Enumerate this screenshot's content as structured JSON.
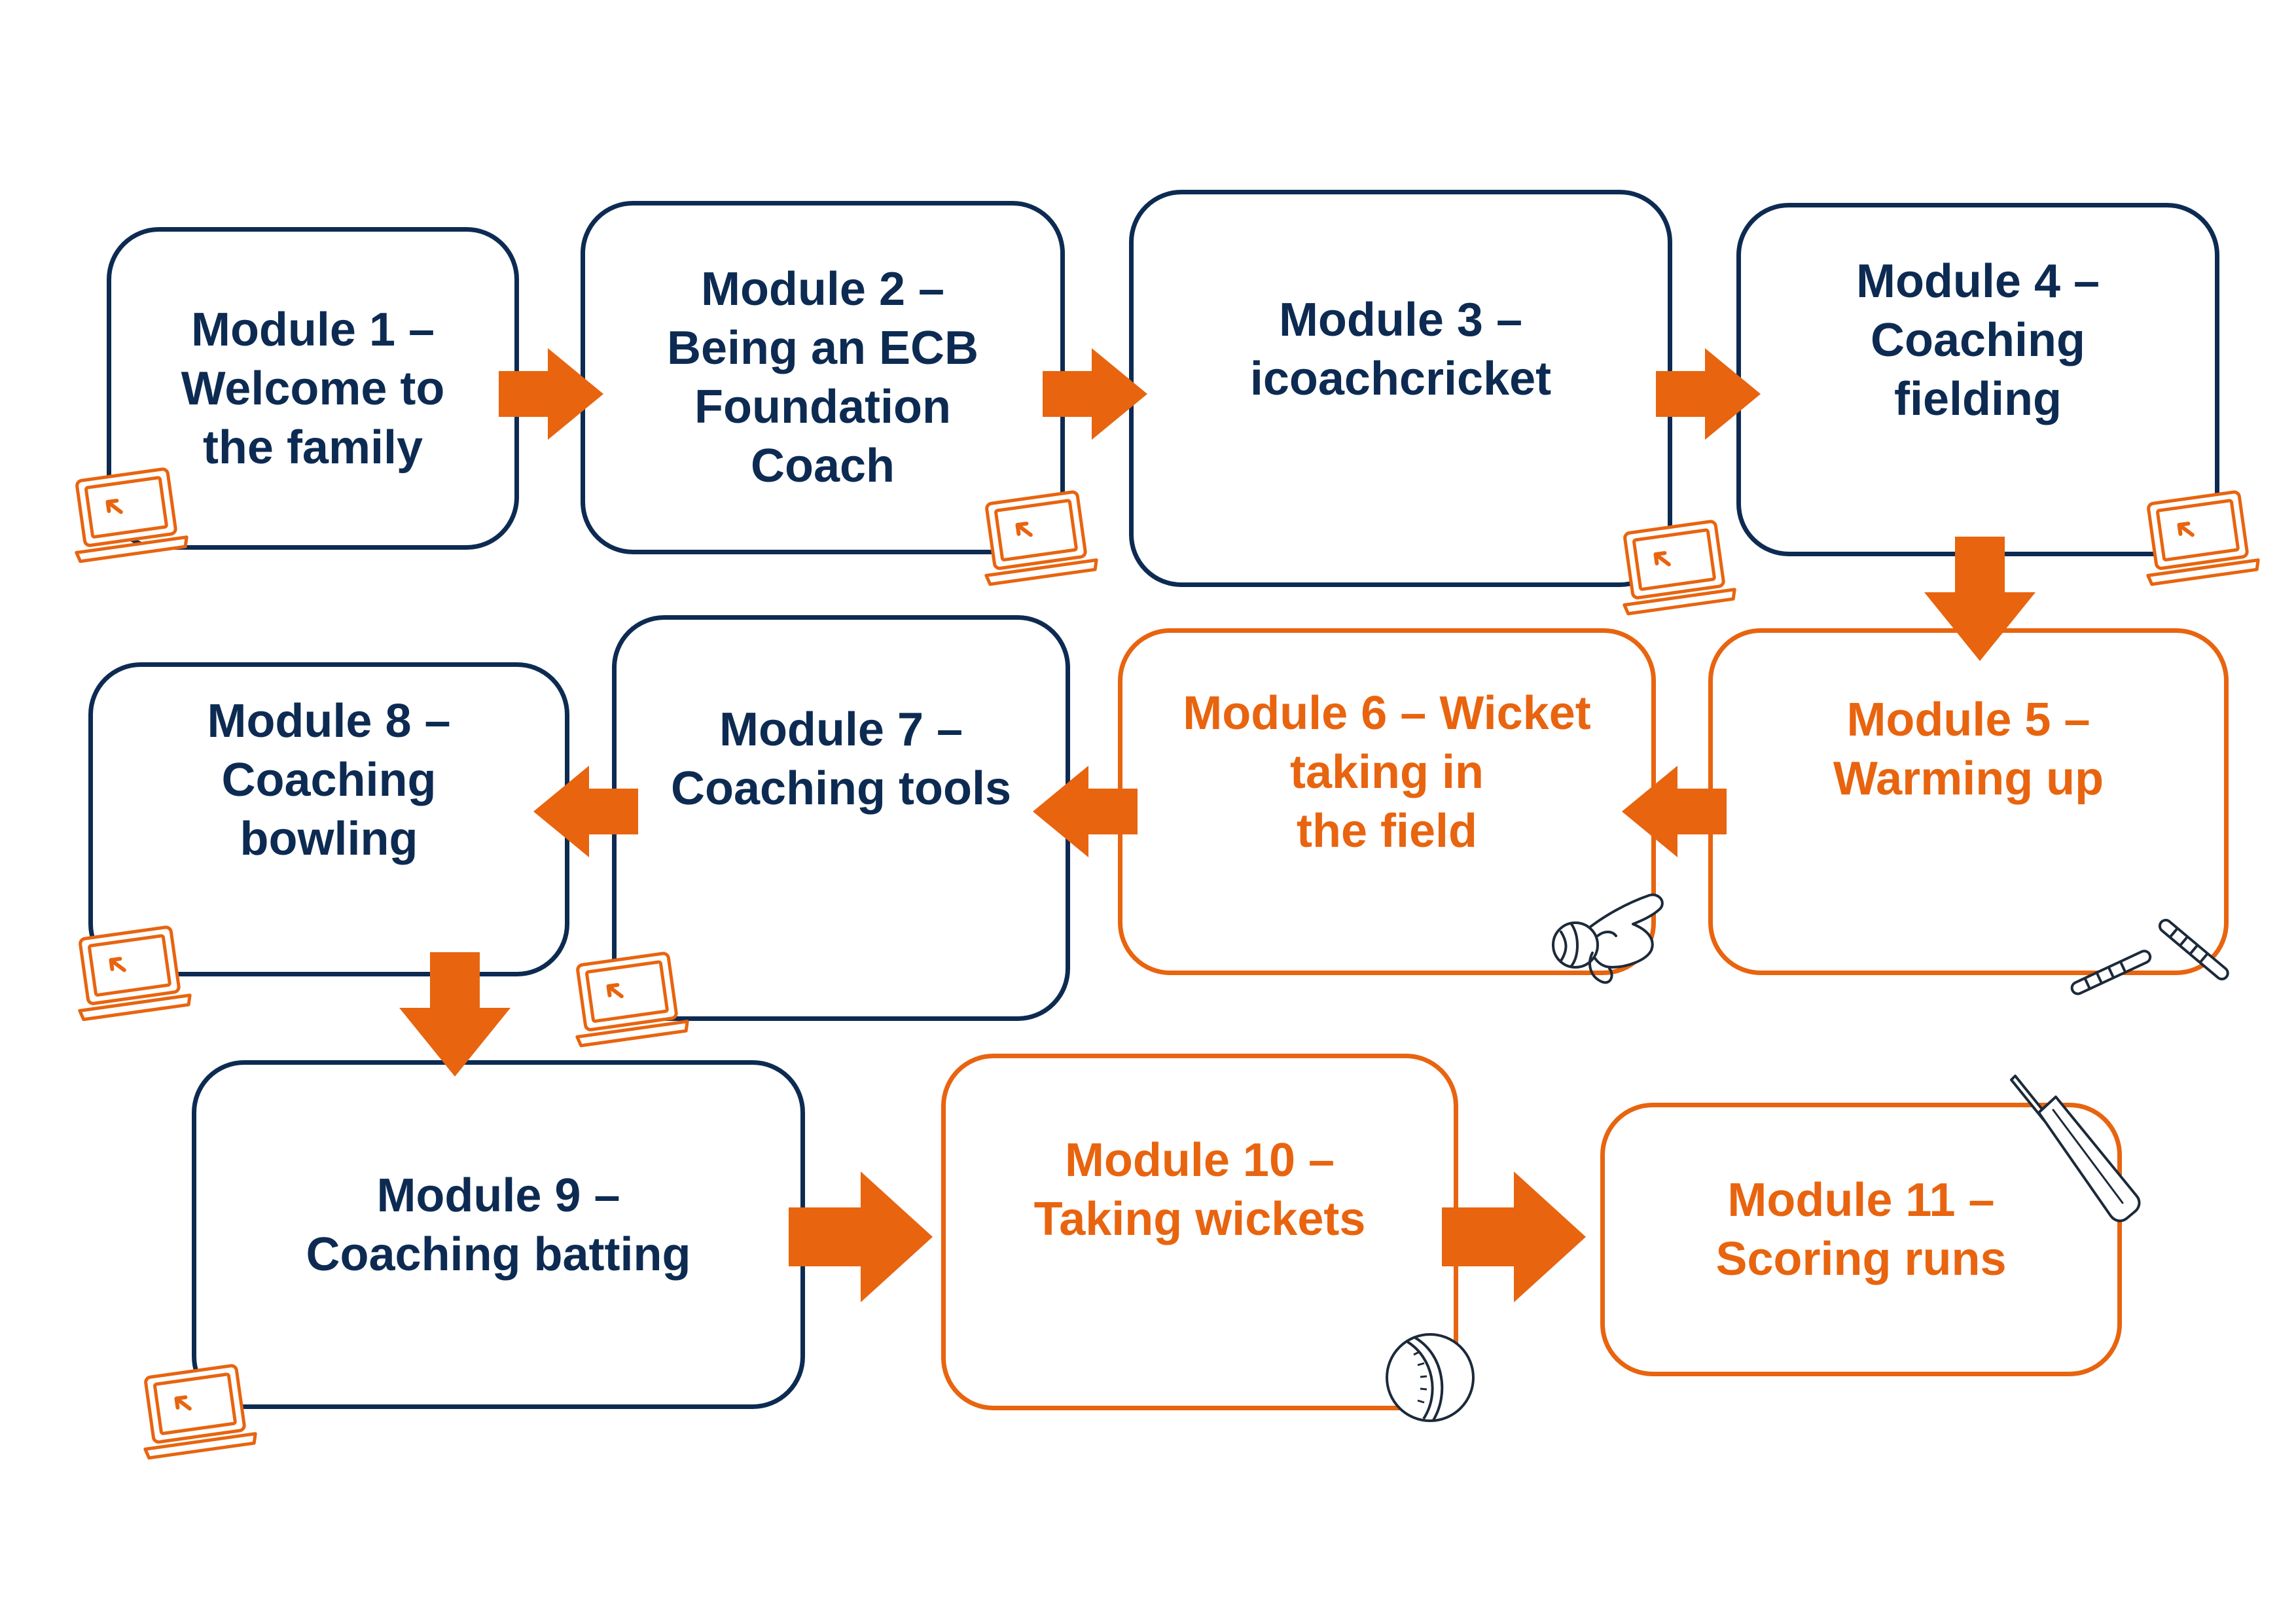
{
  "colors": {
    "navy": "#0d2b52",
    "orange": "#e8640f",
    "line": "#1c2a3a",
    "background": "#ffffff"
  },
  "modules": [
    {
      "id": 1,
      "label": "Module 1 –\nWelcome to\nthe family",
      "style": "navy",
      "icon": "laptop-icon"
    },
    {
      "id": 2,
      "label": "Module 2 –\nBeing an ECB\nFoundation\nCoach",
      "style": "navy",
      "icon": "laptop-icon"
    },
    {
      "id": 3,
      "label": "Module 3 –\nicoachcricket",
      "style": "navy",
      "icon": "laptop-icon"
    },
    {
      "id": 4,
      "label": "Module 4 –\nCoaching\nfielding",
      "style": "navy",
      "icon": "laptop-icon"
    },
    {
      "id": 5,
      "label": "Module 5 –\nWarming up",
      "style": "orange",
      "icon": "bails-icon"
    },
    {
      "id": 6,
      "label": "Module 6 – Wicket\ntaking in\nthe field",
      "style": "orange",
      "icon": "hand-catching-ball-icon"
    },
    {
      "id": 7,
      "label": "Module 7 –\nCoaching tools",
      "style": "navy",
      "icon": "laptop-icon"
    },
    {
      "id": 8,
      "label": "Module 8 –\nCoaching\nbowling",
      "style": "navy",
      "icon": "laptop-icon"
    },
    {
      "id": 9,
      "label": "Module 9 –\nCoaching batting",
      "style": "navy",
      "icon": "laptop-icon"
    },
    {
      "id": 10,
      "label": "Module 10 –\nTaking wickets",
      "style": "orange",
      "icon": "cricket-ball-icon"
    },
    {
      "id": 11,
      "label": "Module 11 –\nScoring runs",
      "style": "orange",
      "icon": "cricket-bat-icon"
    }
  ],
  "arrows": [
    {
      "from": 1,
      "to": 2,
      "direction": "right"
    },
    {
      "from": 2,
      "to": 3,
      "direction": "right"
    },
    {
      "from": 3,
      "to": 4,
      "direction": "right"
    },
    {
      "from": 4,
      "to": 5,
      "direction": "down"
    },
    {
      "from": 5,
      "to": 6,
      "direction": "left"
    },
    {
      "from": 6,
      "to": 7,
      "direction": "left"
    },
    {
      "from": 7,
      "to": 8,
      "direction": "left"
    },
    {
      "from": 8,
      "to": 9,
      "direction": "down"
    },
    {
      "from": 9,
      "to": 10,
      "direction": "right"
    },
    {
      "from": 10,
      "to": 11,
      "direction": "right"
    }
  ]
}
